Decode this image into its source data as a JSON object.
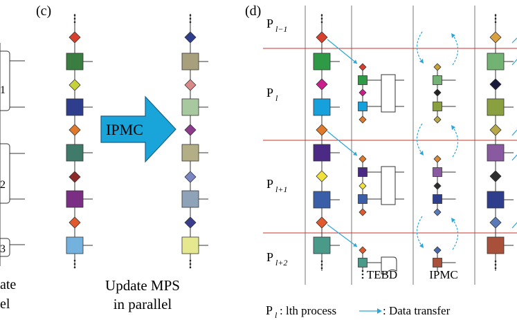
{
  "panel_c": {
    "label": "(c)",
    "arrow_label": "IPMC",
    "caption_line1": "Update MPS",
    "caption_line2": "in parallel",
    "left_colors": {
      "diamonds": [
        "#d8402e",
        "#c7d23a",
        "#e07b2e",
        "#8e2a2a",
        "#e05a2e"
      ],
      "squares": [
        "#3a7d40",
        "#2e3d8c",
        "#3f7a6a",
        "#7a2f85",
        "#74b2de"
      ]
    },
    "right_colors": {
      "diamonds": [
        "#2e3d8c",
        "#d98a88",
        "#8c3a8c",
        "#7a86c4",
        "#3a3d8c"
      ],
      "squares": [
        "#a89f7c",
        "#a8c9a0",
        "#b3ae85",
        "#8fa3b8",
        "#e6e890"
      ]
    }
  },
  "panel_b_fragment": {
    "labels": [
      "1",
      "2",
      "3"
    ],
    "caption_line1": "ate",
    "caption_line2": "el"
  },
  "panel_d": {
    "label": "(d)",
    "process_labels": [
      {
        "base": "P",
        "sub": "l−1"
      },
      {
        "base": "P",
        "sub": "l"
      },
      {
        "base": "P",
        "sub": "l+1"
      },
      {
        "base": "P",
        "sub": "l+2"
      }
    ],
    "column_labels": {
      "tebd": "TEBD",
      "ipmc": "IPMC"
    },
    "legend": {
      "process_base": "P",
      "process_sub": "l",
      "process_text": ": lth process",
      "transfer_text": ": Data transfer"
    },
    "colors": {
      "boundary_line": "#c9332b",
      "transfer_arrow": "#2aa6d9",
      "arrow_fill": "#1aa5da"
    },
    "chain_diamonds": [
      "#d8402e",
      "#c81f8c",
      "#e07b2e",
      "#f0e23a",
      "#e05a2e"
    ],
    "chain_squares": [
      "#2f9a45",
      "#16a0dc",
      "#4a2a85",
      "#3a5fa8",
      "#4a9a8a"
    ]
  }
}
